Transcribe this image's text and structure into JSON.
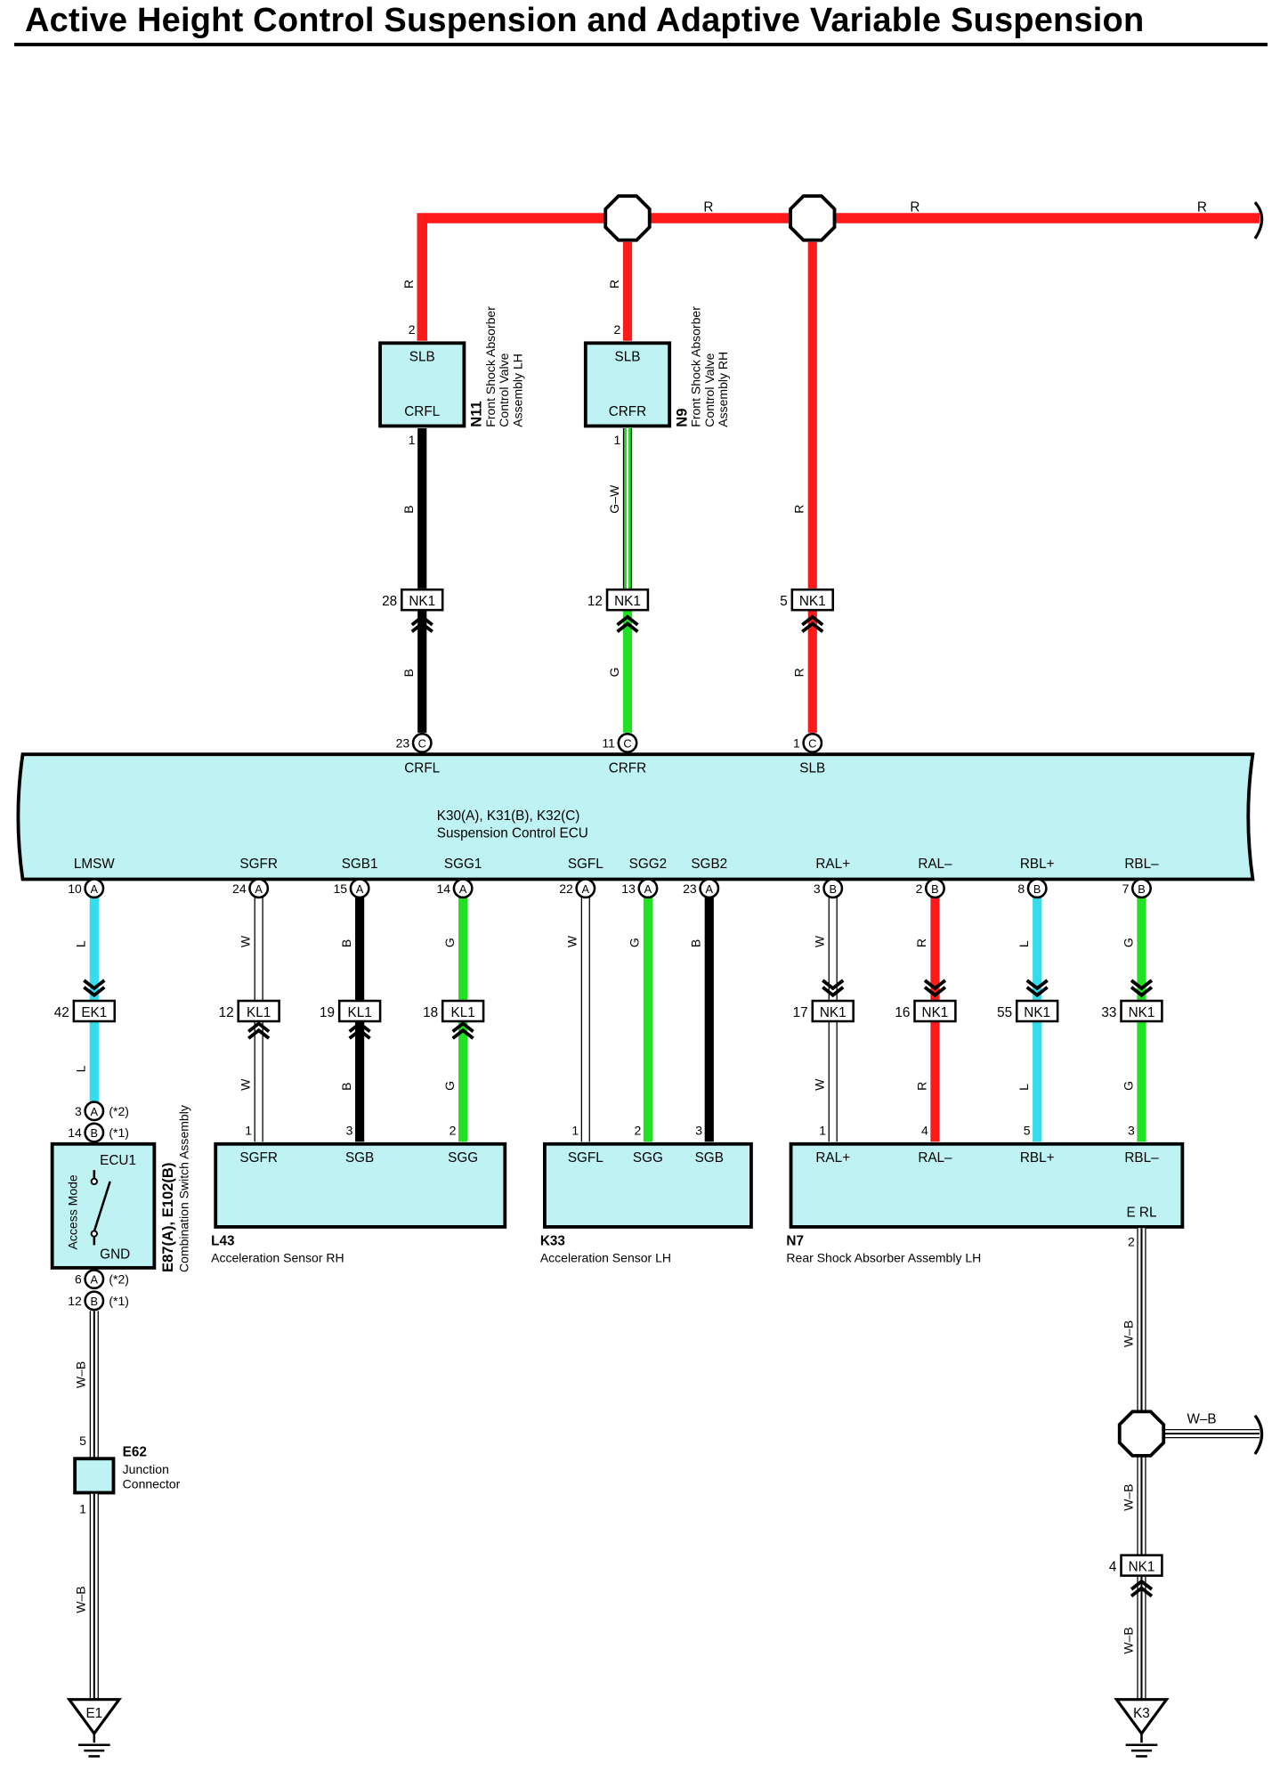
{
  "title": "Active Height Control Suspension and Adaptive Variable Suspension",
  "colors": {
    "R": "#ff1a1a",
    "B": "#000000",
    "G": "#22e022",
    "L": "#33ddee",
    "W": "#ffffff",
    "W-B": "#ffffff",
    "G-W": "#22e022",
    "box_fill": "#bff2f2",
    "stroke": "#000000"
  },
  "power_bus": {
    "labels": [
      "R",
      "R",
      "R"
    ]
  },
  "front_valves": [
    {
      "code": "N11",
      "name_lines": [
        "Front Shock Absorber",
        "Control Valve",
        "Assembly LH"
      ],
      "top_term": "SLB",
      "bottom_term": "CRFL",
      "top_pin": "2",
      "bottom_pin": "1",
      "wire_top": "R",
      "wire_mid": "B"
    },
    {
      "code": "N9",
      "name_lines": [
        "Front Shock Absorber",
        "Control Valve",
        "Assembly RH"
      ],
      "top_term": "SLB",
      "bottom_term": "CRFR",
      "top_pin": "2",
      "bottom_pin": "1",
      "wire_top": "R",
      "wire_mid": "G–W"
    }
  ],
  "upper_connectors": [
    {
      "pin": "28",
      "name": "NK1",
      "wire_above": "B",
      "wire_below": "B"
    },
    {
      "pin": "12",
      "name": "NK1",
      "wire_above": "G–W",
      "wire_below": "G"
    },
    {
      "pin": "5",
      "name": "NK1",
      "wire_above": "R",
      "wire_below": "R"
    }
  ],
  "ecu": {
    "title": "K30(A), K31(B), K32(C)",
    "subtitle": "Suspension Control ECU",
    "top_pins": [
      {
        "num": "23",
        "conn": "C",
        "label": "CRFL"
      },
      {
        "num": "11",
        "conn": "C",
        "label": "CRFR"
      },
      {
        "num": "1",
        "conn": "C",
        "label": "SLB"
      }
    ],
    "bottom_pins": [
      {
        "num": "10",
        "conn": "A",
        "label": "LMSW",
        "wire": "L"
      },
      {
        "num": "24",
        "conn": "A",
        "label": "SGFR",
        "wire": "W"
      },
      {
        "num": "15",
        "conn": "A",
        "label": "SGB1",
        "wire": "B"
      },
      {
        "num": "14",
        "conn": "A",
        "label": "SGG1",
        "wire": "G"
      },
      {
        "num": "22",
        "conn": "A",
        "label": "SGFL",
        "wire": "W"
      },
      {
        "num": "13",
        "conn": "A",
        "label": "SGG2",
        "wire": "G"
      },
      {
        "num": "23",
        "conn": "A",
        "label": "SGB2",
        "wire": "B"
      },
      {
        "num": "3",
        "conn": "B",
        "label": "RAL+",
        "wire": "W"
      },
      {
        "num": "2",
        "conn": "B",
        "label": "RAL–",
        "wire": "R"
      },
      {
        "num": "8",
        "conn": "B",
        "label": "RBL+",
        "wire": "L"
      },
      {
        "num": "7",
        "conn": "B",
        "label": "RBL–",
        "wire": "G"
      }
    ]
  },
  "lower_connectors": [
    {
      "pin": "42",
      "name": "EK1"
    },
    {
      "pin": "12",
      "name": "KL1"
    },
    {
      "pin": "19",
      "name": "KL1"
    },
    {
      "pin": "18",
      "name": "KL1"
    },
    {
      "pin": "17",
      "name": "NK1"
    },
    {
      "pin": "16",
      "name": "NK1"
    },
    {
      "pin": "55",
      "name": "NK1"
    },
    {
      "pin": "33",
      "name": "NK1"
    }
  ],
  "switch": {
    "code": "E87(A), E102(B)",
    "name": "Combination Switch Assembly",
    "mode_label": "Access Mode",
    "top_term": "ECU1",
    "bottom_term": "GND",
    "top_pins": [
      {
        "num": "3",
        "conn": "A",
        "note": "(*2)"
      },
      {
        "num": "14",
        "conn": "B",
        "note": "(*1)"
      }
    ],
    "bottom_pins": [
      {
        "num": "6",
        "conn": "A",
        "note": "(*2)"
      },
      {
        "num": "12",
        "conn": "B",
        "note": "(*1)"
      }
    ],
    "wire_above": "L"
  },
  "sensor_rh": {
    "code": "L43",
    "name": "Acceleration Sensor RH",
    "terms": [
      "SGFR",
      "SGB",
      "SGG"
    ],
    "pins": [
      "1",
      "3",
      "2"
    ],
    "wires_below": [
      "W",
      "B",
      "G"
    ]
  },
  "sensor_lh": {
    "code": "K33",
    "name": "Acceleration Sensor LH",
    "terms": [
      "SGFL",
      "SGG",
      "SGB"
    ],
    "pins": [
      "1",
      "2",
      "3"
    ]
  },
  "rear_shock": {
    "code": "N7",
    "name": "Rear Shock Absorber Assembly LH",
    "terms": [
      "RAL+",
      "RAL–",
      "RBL+",
      "RBL–"
    ],
    "pins": [
      "1",
      "4",
      "5",
      "3"
    ],
    "wires_below": [
      "W",
      "R",
      "L",
      "G"
    ],
    "ground_term": "E RL",
    "ground_pin": "2"
  },
  "junction": {
    "code": "E62",
    "name_lines": [
      "Junction",
      "Connector"
    ],
    "pin_top": "5",
    "pin_bottom": "1"
  },
  "left_ground": {
    "label": "E1",
    "wire_labels": [
      "W–B",
      "W–B"
    ]
  },
  "right_ground": {
    "label": "K3",
    "connector_pin": "4",
    "connector_name": "NK1",
    "wire_labels": [
      "W–B",
      "W–B",
      "W–B"
    ],
    "branch_label": "W–B"
  }
}
